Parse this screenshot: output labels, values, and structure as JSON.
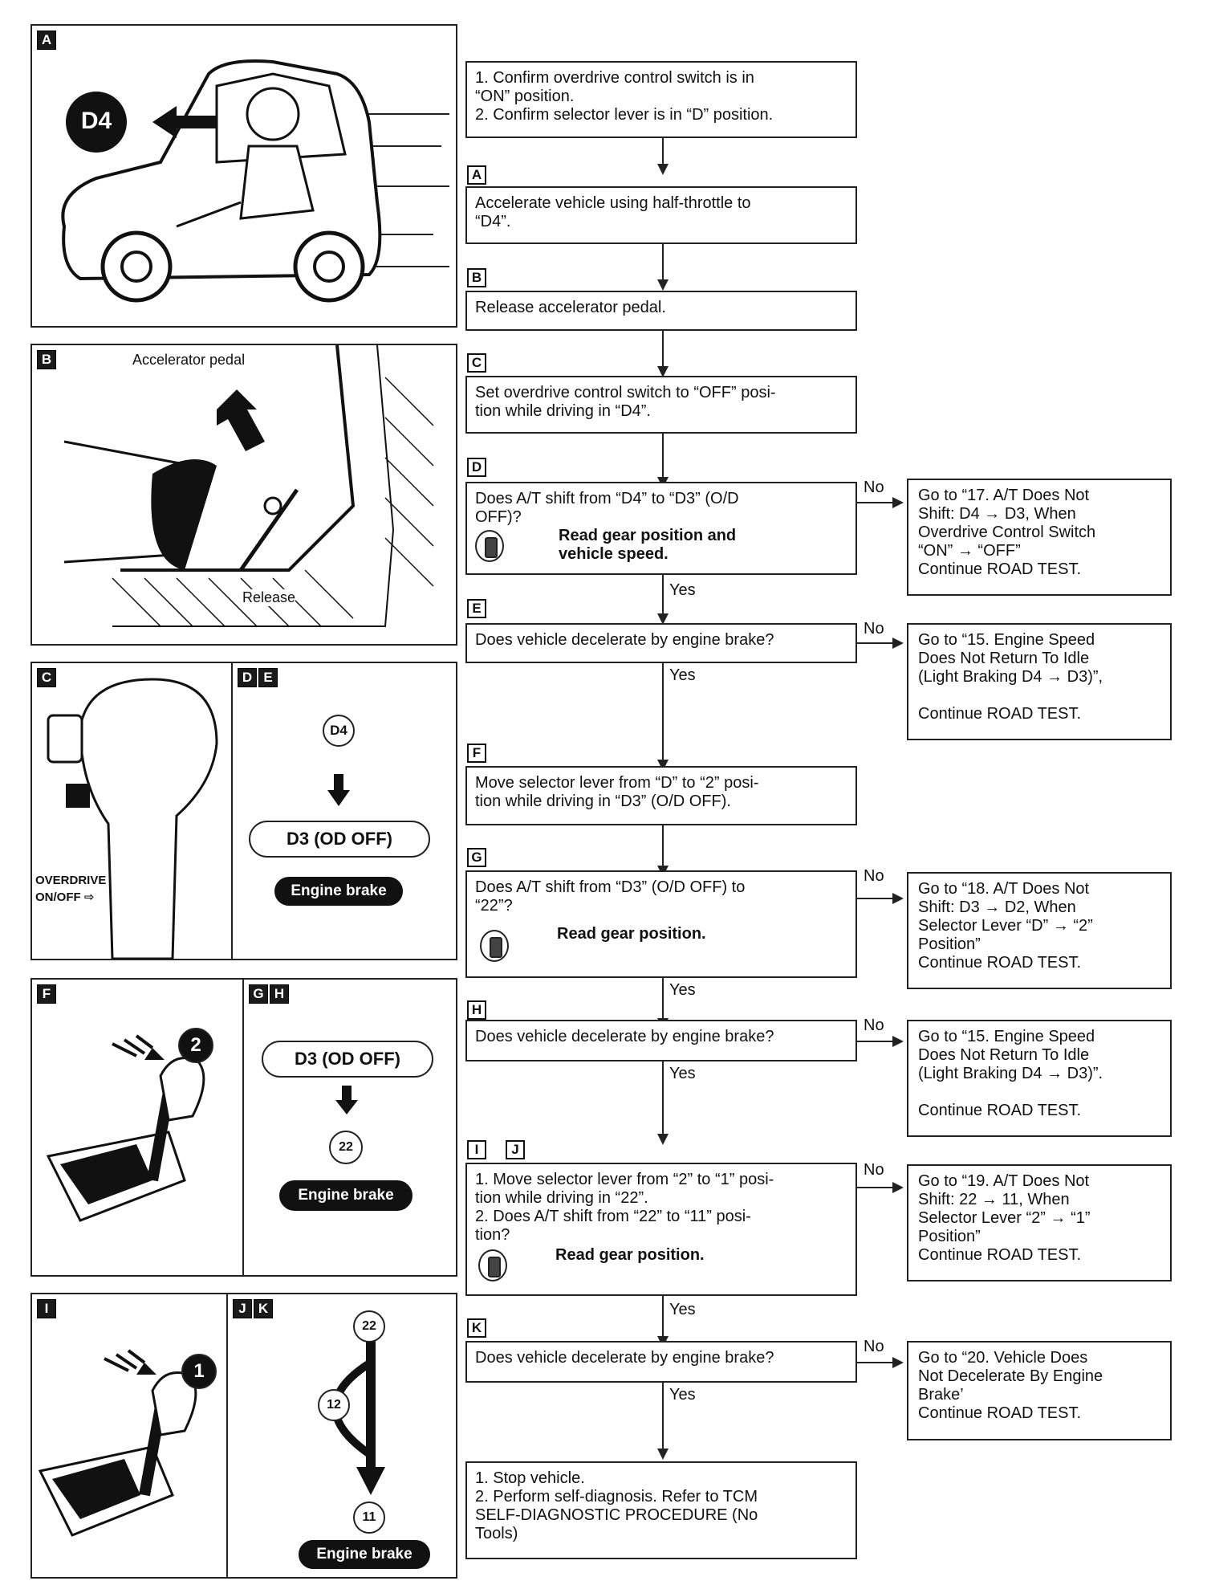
{
  "labels": {
    "A": "A",
    "B": "B",
    "C": "C",
    "D": "D",
    "E": "E",
    "F": "F",
    "G": "G",
    "H": "H",
    "I": "I",
    "J": "J",
    "K": "K"
  },
  "panels": {
    "a_badge": "D4",
    "b_accel": "Accelerator pedal",
    "b_release": "Release",
    "c_overdrive": "OVERDRIVE",
    "c_onoff": "ON/OFF",
    "de_d4": "D4",
    "de_d3": "D3 (OD OFF)",
    "de_engine": "Engine brake",
    "f_num": "2",
    "gh_d3": "D3 (OD OFF)",
    "gh_22": "22",
    "gh_engine": "Engine brake",
    "i_num": "1",
    "jk_22": "22",
    "jk_12": "12",
    "jk_11": "11",
    "jk_engine": "Engine brake"
  },
  "flow": {
    "start": [
      "1. Confirm overdrive control switch is in",
      "    “ON” position.",
      "2. Confirm selector lever is in “D” position."
    ],
    "a": [
      "Accelerate vehicle using half-throttle to",
      "“D4”."
    ],
    "b": [
      "Release accelerator pedal."
    ],
    "c": [
      "Set overdrive control switch to “OFF” posi-",
      "tion while driving in “D4”."
    ],
    "d": [
      "Does A/T shift from “D4” to “D3” (O/D",
      "OFF)?"
    ],
    "d_read": [
      "Read gear position and",
      "vehicle speed."
    ],
    "e": [
      "Does vehicle decelerate by engine brake?"
    ],
    "f": [
      "Move selector lever from “D” to “2” posi-",
      "tion while driving in “D3” (O/D OFF)."
    ],
    "g": [
      "Does A/T shift from “D3” (O/D OFF) to",
      "“22”?"
    ],
    "g_read": "Read gear position.",
    "h": [
      "Does vehicle decelerate by engine brake?"
    ],
    "ij": [
      "1. Move selector lever from “2” to “1” posi-",
      "    tion while driving in “22”.",
      "2. Does A/T shift from “22” to “11” posi-",
      "    tion?"
    ],
    "ij_read": "Read gear position.",
    "k": [
      "Does vehicle decelerate by engine brake?"
    ],
    "end": [
      "1. Stop vehicle.",
      "2. Perform self-diagnosis. Refer to TCM",
      "    SELF-DIAGNOSTIC PROCEDURE (No",
      "    Tools)"
    ],
    "yes": "Yes",
    "no": "No",
    "no_d": [
      "Go to “17. A/T Does Not",
      "Shift: D4 → D3, When",
      "Overdrive Control Switch",
      "“ON” → “OFF”",
      "Continue ROAD TEST."
    ],
    "no_e": [
      "Go to “15. Engine Speed",
      "Does Not Return To Idle",
      "(Light Braking D4 → D3)”,",
      "",
      "Continue ROAD TEST."
    ],
    "no_g": [
      "Go to “18. A/T Does Not",
      "Shift: D3 → D2, When",
      "Selector Lever “D” → “2”",
      "Position”",
      "Continue ROAD TEST."
    ],
    "no_h": [
      "Go to “15. Engine Speed",
      "Does Not Return To Idle",
      "(Light Braking D4 → D3)”.",
      "",
      "Continue ROAD TEST."
    ],
    "no_ij": [
      "Go to “19. A/T Does Not",
      "Shift: 22 → 11, When",
      "Selector Lever “2” → “1”",
      "Position”",
      "Continue ROAD TEST."
    ],
    "no_k": [
      "Go to “20. Vehicle Does",
      "Not Decelerate By Engine",
      "Brake’",
      "Continue ROAD TEST."
    ]
  }
}
